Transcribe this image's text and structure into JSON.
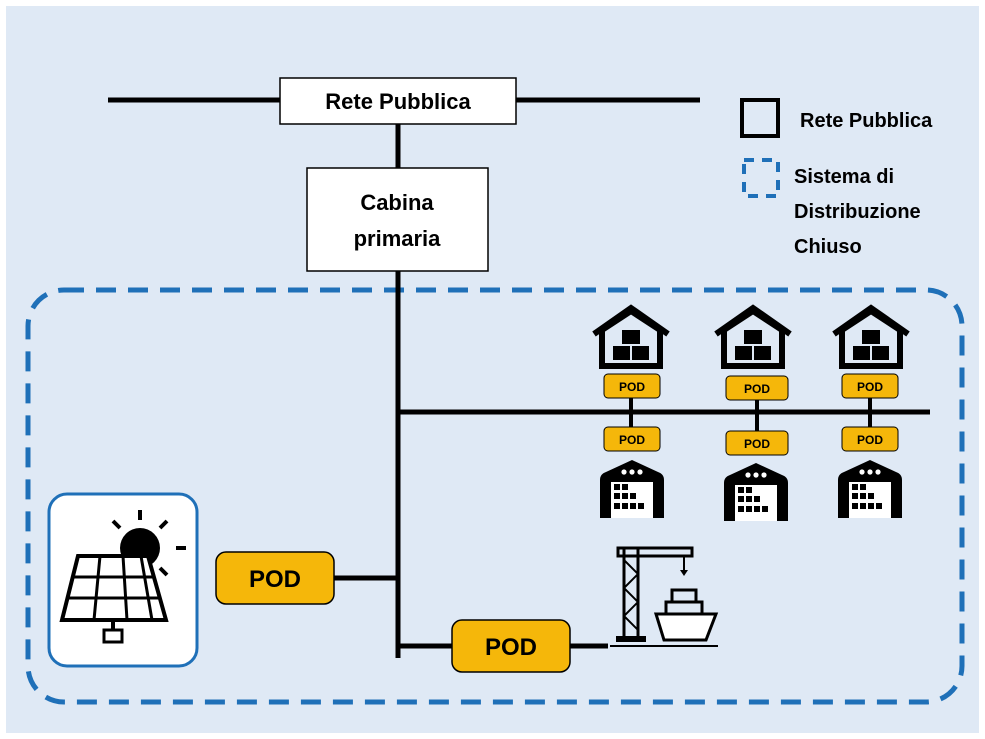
{
  "diagram": {
    "public_grid_label": "Rete Pubblica",
    "primary_substation_label": [
      "Cabina",
      "primaria"
    ],
    "legend": {
      "public_grid": "Rete Pubblica",
      "closed_system": [
        "Sistema di",
        "Distribuzione",
        "Chiuso"
      ]
    },
    "pod_label": "POD",
    "colors": {
      "background": "#dfe9f5",
      "pod_fill": "#f5b70a",
      "closed_system_border": "#1f70b8",
      "solar_panel_border": "#1f70b8"
    },
    "icons": [
      "solar-panel-icon",
      "warehouse-roof-icon",
      "warehouse-building-icon",
      "port-crane-ship-icon"
    ]
  }
}
